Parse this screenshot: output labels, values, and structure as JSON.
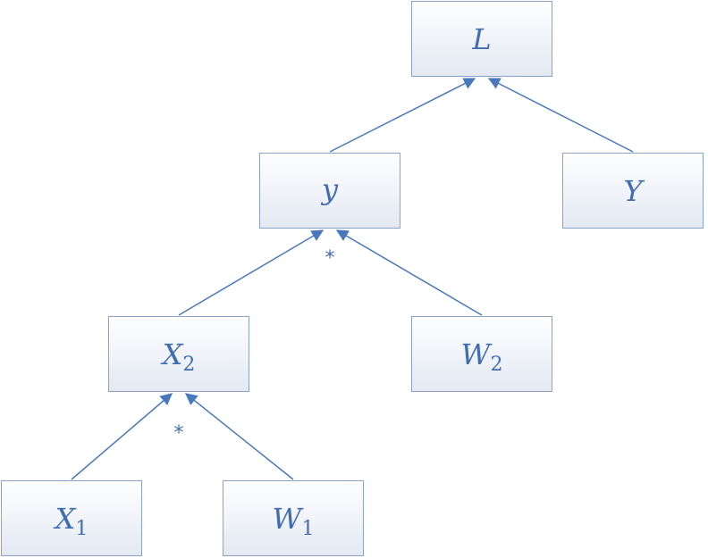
{
  "colors": {
    "node_border": "#8aa4c8",
    "node_fill_top": "#ffffff",
    "node_fill_bottom": "#e3e8f3",
    "edge": "#4a78bd",
    "text": "#3f6db0"
  },
  "nodes": {
    "L": {
      "base": "L",
      "sub": ""
    },
    "y": {
      "base": "y",
      "sub": ""
    },
    "Y": {
      "base": "Y",
      "sub": ""
    },
    "X2": {
      "base": "X",
      "sub": "2"
    },
    "W2": {
      "base": "W",
      "sub": "2"
    },
    "X1": {
      "base": "X",
      "sub": "1"
    },
    "W1": {
      "base": "W",
      "sub": "1"
    }
  },
  "operators": {
    "mult_y": "*",
    "mult_x2": "*"
  },
  "edges": [
    {
      "from": "y",
      "to": "L"
    },
    {
      "from": "Y",
      "to": "L"
    },
    {
      "from": "X2",
      "to": "y"
    },
    {
      "from": "W2",
      "to": "y"
    },
    {
      "from": "X1",
      "to": "X2"
    },
    {
      "from": "W1",
      "to": "X2"
    }
  ]
}
